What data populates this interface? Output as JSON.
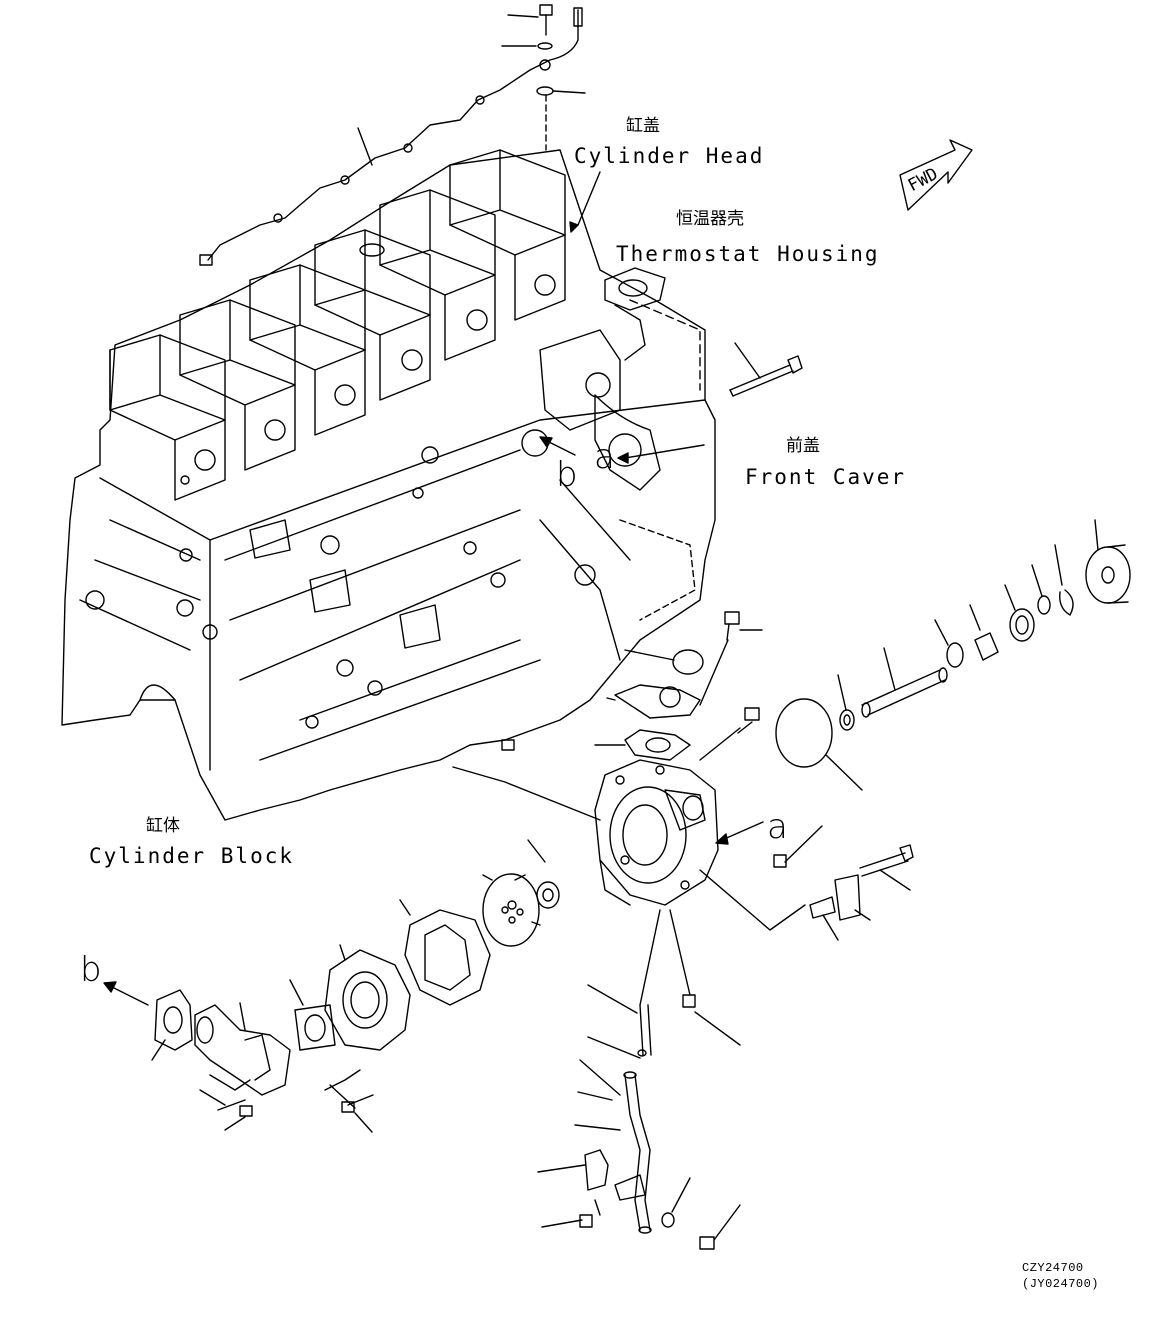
{
  "labels": {
    "cylinder_head_cn": "缸盖",
    "cylinder_head_en": "Cylinder Head",
    "thermostat_cn": "恒温器壳",
    "thermostat_en": "Thermostat Housing",
    "front_cover_cn": "前盖",
    "front_cover_en": "Front Caver",
    "cylinder_block_cn": "缸体",
    "cylinder_block_en": "Cylinder Block"
  },
  "markers": {
    "a": "a",
    "b": "b"
  },
  "fwd": "FWD",
  "codes": {
    "primary": "CZY24700",
    "secondary": "(JY024700)"
  },
  "icons": {
    "direction": "forward-arrow-icon"
  },
  "colors": {
    "line": "#000000",
    "background": "#ffffff"
  }
}
